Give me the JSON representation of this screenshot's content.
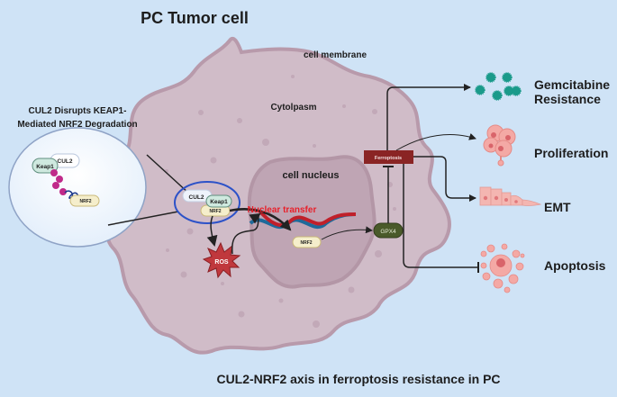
{
  "title": "PC Tumor cell",
  "caption": "CUL2-NRF2 axis in ferroptosis resistance in PC",
  "labels": {
    "cell_membrane": "cell membrane",
    "cytoplasm": "Cytolpasm",
    "cell_nucleus": "cell nucleus",
    "nuclear_transfer": "Nuclear transfer",
    "ros": "ROS",
    "ferroptosis": "Ferroptosis",
    "gpx4": "GPX4",
    "nrf2_nucleus": "NRF2"
  },
  "inset": {
    "title_line1": "CUL2 Disrupts KEAP1-",
    "title_line2": "Mediated NRF2 Degradation",
    "cul2": "CUL2",
    "keap1": "Keap1",
    "nrf2": "NRF2",
    "ub": "Ub"
  },
  "complex": {
    "cul2": "CUL2",
    "keap1": "Keap1",
    "nrf2": "NRF2"
  },
  "outcomes": [
    {
      "label_line1": "Gemcitabine",
      "label_line2": "Resistance",
      "relation": "promotes"
    },
    {
      "label_line1": "Proliferation",
      "label_line2": "",
      "relation": "promotes"
    },
    {
      "label_line1": "EMT",
      "label_line2": "",
      "relation": "promotes"
    },
    {
      "label_line1": "Apoptosis",
      "label_line2": "",
      "relation": "inhibits"
    }
  ],
  "colors": {
    "background": "#cfe3f6",
    "cell_fill": "#d0bcc8",
    "cell_border": "#b89aab",
    "nucleus_fill": "#bfa5b4",
    "ferroptosis_box": "#8a2424",
    "gpx4_fill": "#4a5a2a",
    "ros_fill": "#c0383d",
    "dna_red": "#c0202a",
    "dna_blue": "#1e6a9a",
    "complex_ring": "#2c52c8",
    "nuclear_transfer_text": "#e8202a",
    "gemcitabine_teal": "#1a9a8a",
    "cell_pink": "#f2a0a0"
  }
}
